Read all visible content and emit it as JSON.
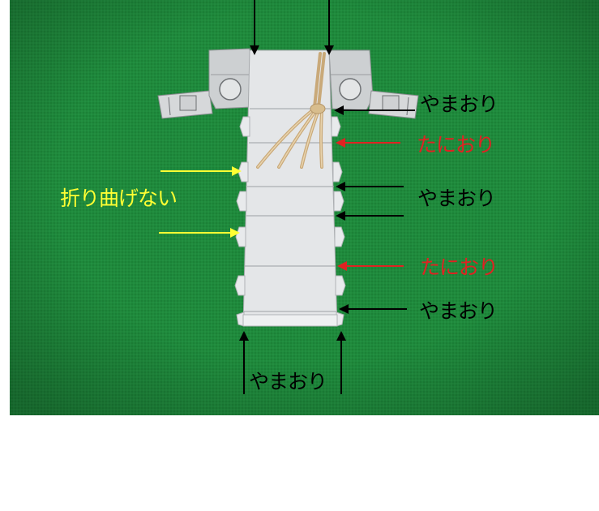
{
  "labels": {
    "yama_1": "やまおり",
    "tani_1": "たにおり",
    "fold_none": "折り曲げない",
    "yama_2": "やまおり",
    "tani_2": "たにおり",
    "yama_3": "やまおり",
    "yama_bottom": "やまおり"
  },
  "colors": {
    "background_felt": "#1f8a3c",
    "paper": "#dfe1e3",
    "valley_fold_arrow": "#e02222",
    "mountain_fold_arrow": "#000000",
    "no_fold_arrow": "#ffff33"
  }
}
